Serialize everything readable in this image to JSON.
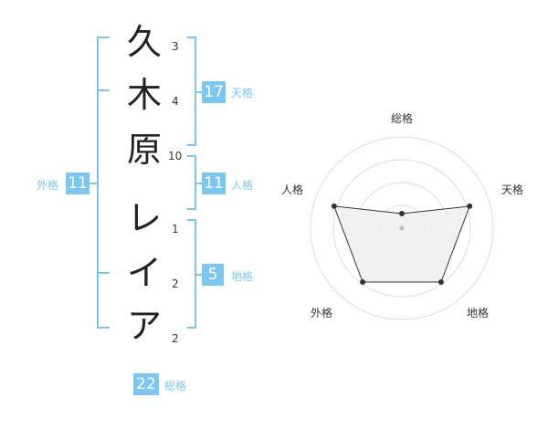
{
  "name": {
    "surname": [
      {
        "char": "久",
        "strokes": "3"
      },
      {
        "char": "木",
        "strokes": "4"
      },
      {
        "char": "原",
        "strokes": "10"
      }
    ],
    "given": [
      {
        "char": "レ",
        "strokes": "1"
      },
      {
        "char": "イ",
        "strokes": "2"
      },
      {
        "char": "ア",
        "strokes": "2"
      }
    ]
  },
  "kakusu": {
    "tenkaku": {
      "value": "17",
      "label": "天格"
    },
    "jinkaku": {
      "value": "11",
      "label": "人格"
    },
    "chikaku": {
      "value": "5",
      "label": "地格"
    },
    "gaikaku": {
      "value": "11",
      "label": "外格"
    },
    "soukaku": {
      "value": "22",
      "label": "総格"
    }
  },
  "radar": {
    "labels": [
      "総格",
      "天格",
      "地格",
      "外格",
      "人格"
    ],
    "levels": 4,
    "values": [
      0.16,
      0.78,
      0.73,
      0.73,
      0.78
    ],
    "colors": {
      "accent": "#7cc6f2",
      "fill": "#eeeeee",
      "line": "#333333",
      "ring": "#dddddd"
    }
  }
}
